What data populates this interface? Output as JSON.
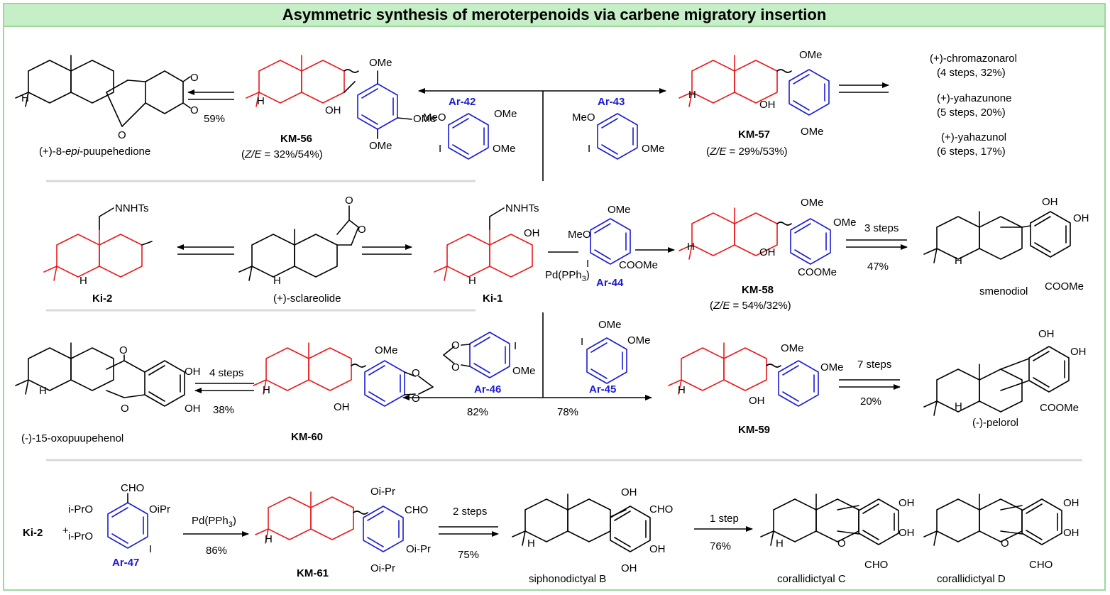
{
  "title": "Asymmetric synthesis of meroterpenoids via carbene migratory insertion",
  "compounds": {
    "km56": "KM-56",
    "km56_ratio_pre": "(",
    "km56_ratio_it": "Z/E",
    "km56_ratio_post": " = 32%/54%)",
    "km57": "KM-57",
    "km57_ratio_pre": "(",
    "km57_ratio_it": "Z/E",
    "km57_ratio_post": " = 29%/53%)",
    "km58": "KM-58",
    "km58_ratio_pre": "(",
    "km58_ratio_it": "Z/E",
    "km58_ratio_post": " = 54%/32%)",
    "km59": "KM-59",
    "km60": "KM-60",
    "km61": "KM-61",
    "ki1": "Ki-1",
    "ki2": "Ki-2",
    "ar42": "Ar-42",
    "ar43": "Ar-43",
    "ar44": "Ar-44",
    "ar45": "Ar-45",
    "ar46": "Ar-46",
    "ar47": "Ar-47"
  },
  "natural_products": {
    "epi_pre": "(+)-8-",
    "epi_it": "epi",
    "epi_post": "-puupehedione",
    "chromazonarol": "(+)-chromazonarol",
    "chromazonarol_cond": "(4 steps, 32%)",
    "yahazunone": "(+)-yahazunone",
    "yahazunone_cond": "(5 steps, 20%)",
    "yahazunol": "(+)-yahazunol",
    "yahazunol_cond": "(6 steps, 17%)",
    "sclareolide": "(+)-sclareolide",
    "smenodiol": "smenodiol",
    "oxopuupehenol": "(-)-15-oxopuupehenol",
    "pelorol": "(-)-pelorol",
    "siphonodictyal": "siphonodictyal B",
    "corallidictyal_c": "corallidictyal C",
    "corallidictyal_d": "corallidictyal D"
  },
  "conditions": {
    "y59": "59%",
    "steps3": "3 steps",
    "y47": "47%",
    "steps4": "4 steps",
    "y38": "38%",
    "y82": "82%",
    "y78": "78%",
    "steps7": "7 steps",
    "y20": "20%",
    "pd": "Pd(PPh",
    "pd_sub": "3",
    "pd_end": ")",
    "y86": "86%",
    "steps2": "2 steps",
    "y75": "75%",
    "step1": "1 step",
    "y76": "76%",
    "plus": "+"
  },
  "atoms": {
    "ome": "OMe",
    "meo": "MeO",
    "oh": "OH",
    "h": "H",
    "o": "O",
    "i": "I",
    "nnhts": "NNHTs",
    "coome": "COOMe",
    "cho": "CHO",
    "oipr_hy": "Oi-Pr",
    "oipr": "OiPr",
    "iproo": "i-PrO",
    "ipro": "i-PrO"
  },
  "colors": {
    "banner": "#c7efc7",
    "border": "#9ed79e",
    "red": "#e8191b",
    "blue": "#1a1ad6",
    "divider": "#d9d9d9"
  }
}
